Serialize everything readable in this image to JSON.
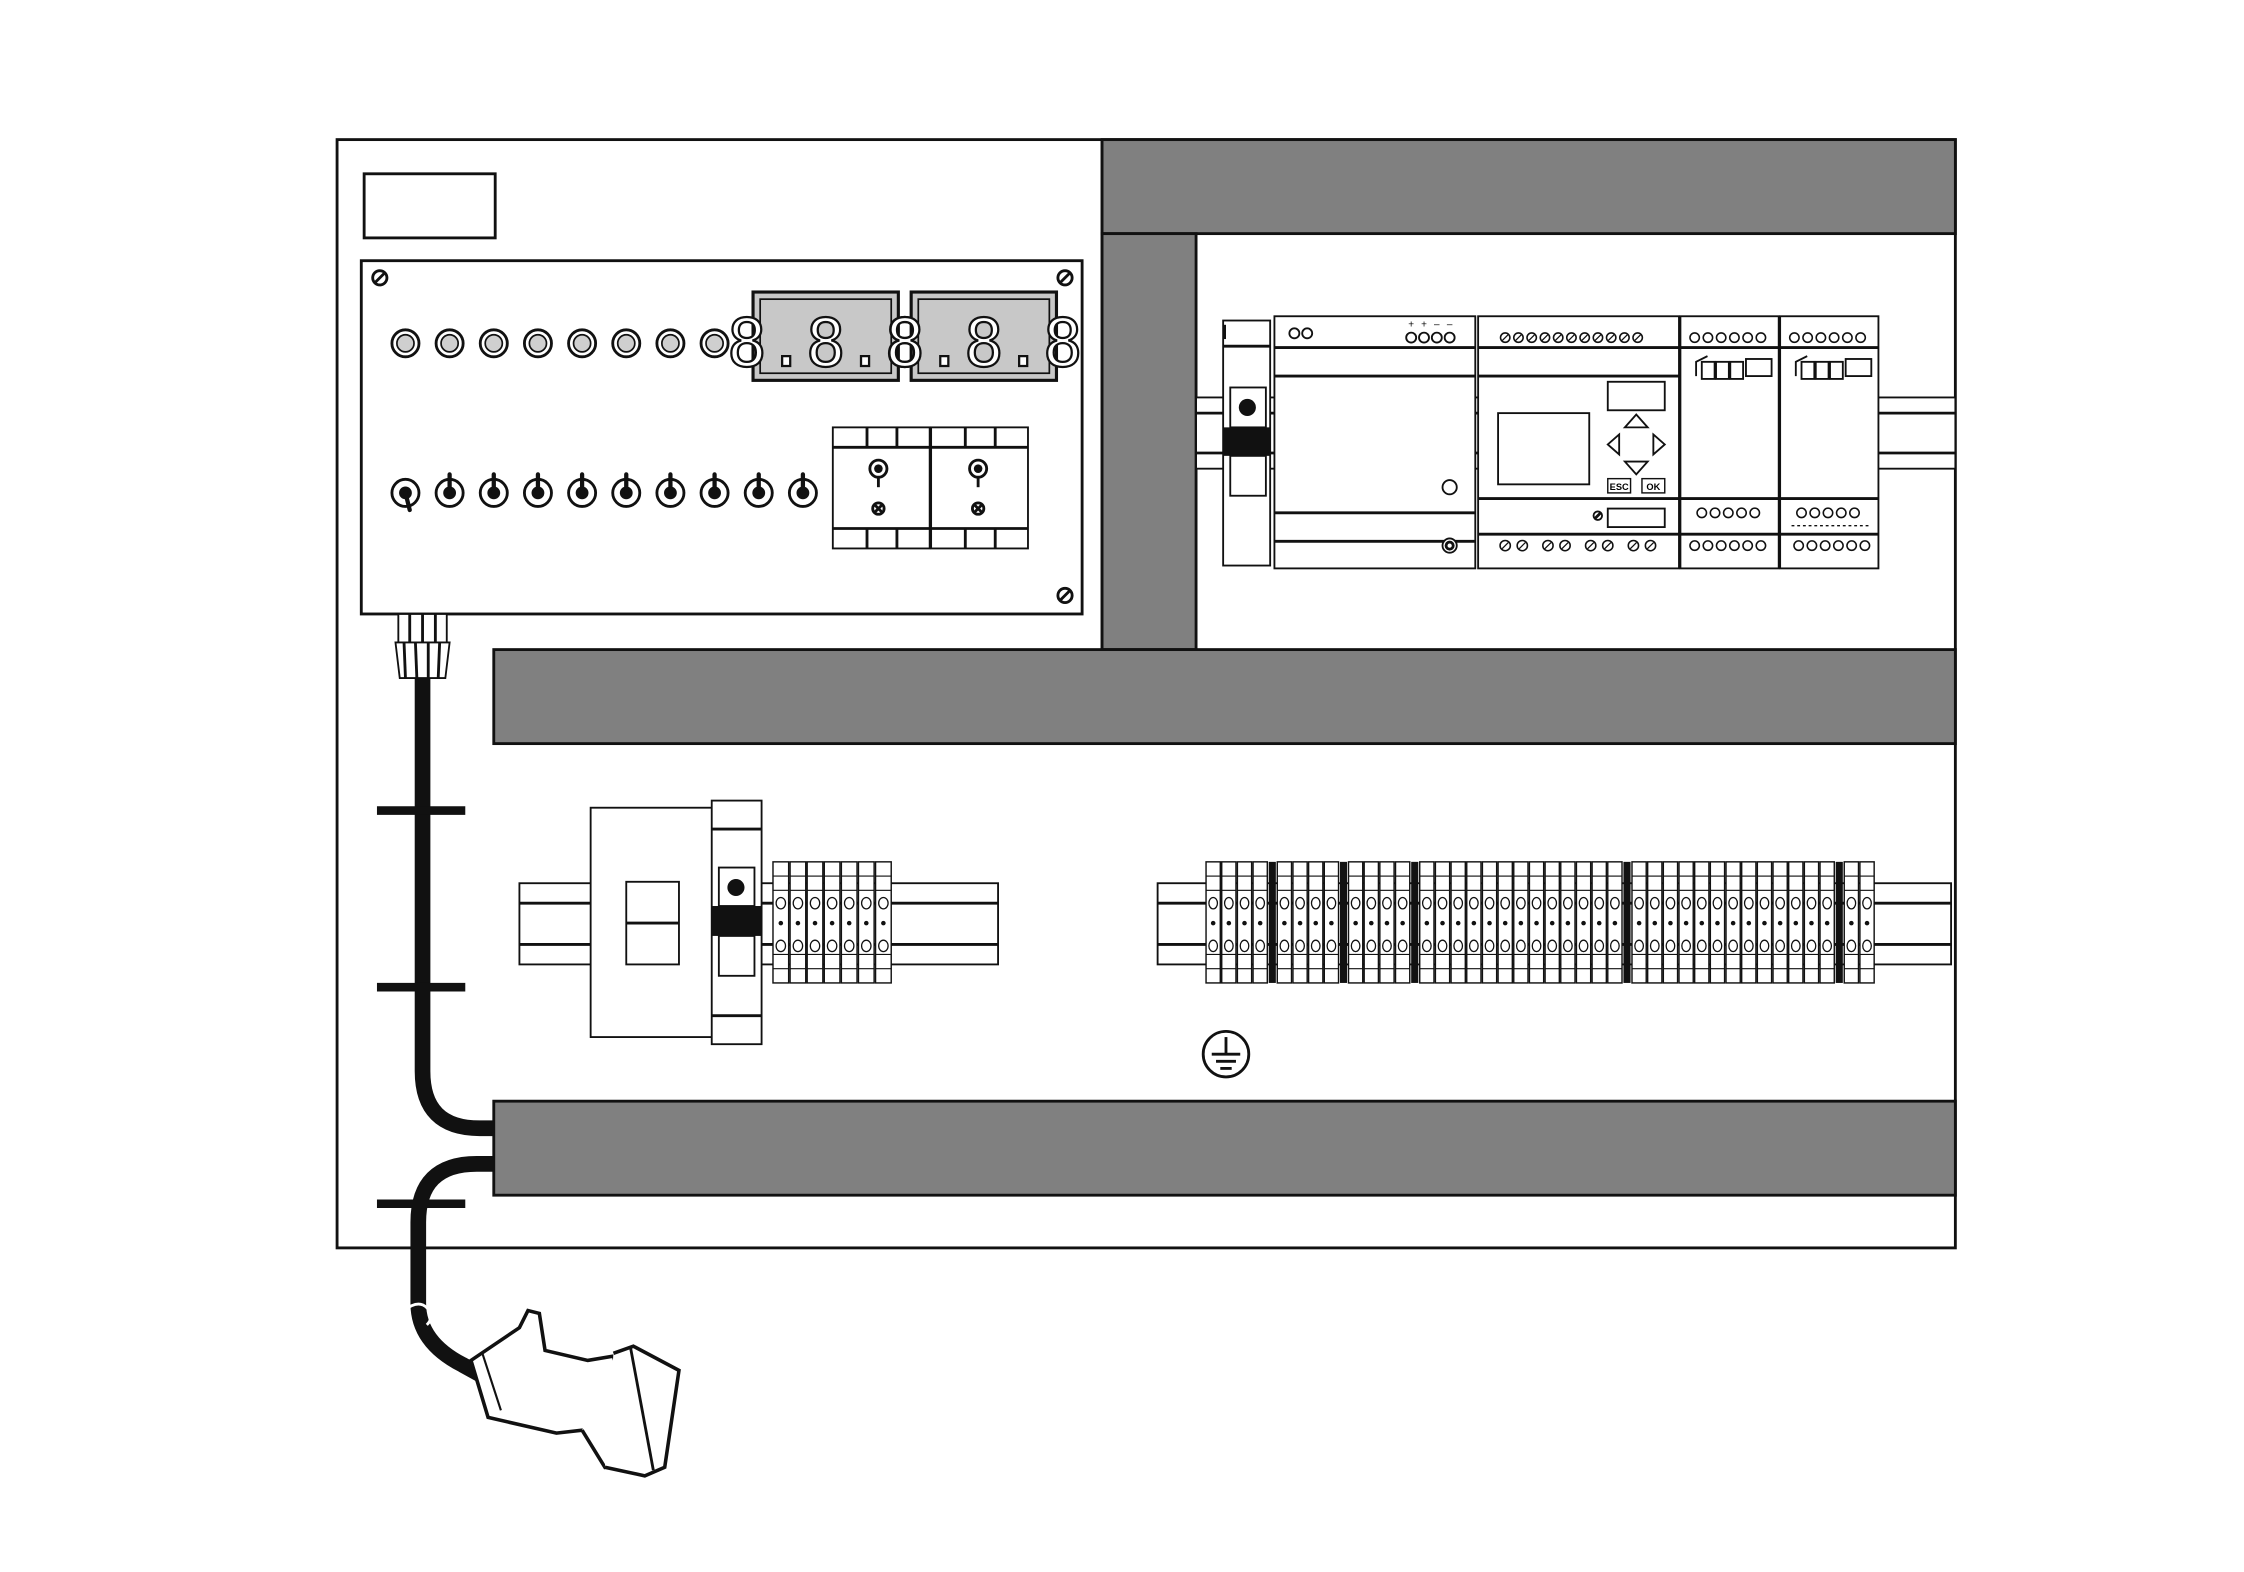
{
  "colors": {
    "line": "#111111",
    "duct": "#808080",
    "panel": "#ffffff",
    "lamp_fill": "#cfcfcf",
    "display_bg": "#c8c8c8"
  },
  "front_panel": {
    "indicator_lamp_count": 8,
    "toggle_switch_count": 10,
    "displays": [
      "8.8.8",
      "8.8.8"
    ],
    "selector_module_count": 2
  },
  "plc": {
    "supply_terminal_marks": [
      "+",
      "+",
      "–",
      "–"
    ],
    "buttons": {
      "esc": "ESC",
      "ok": "OK"
    }
  },
  "terminal_rail": {
    "small_block_count": 7,
    "large_block_count": 40
  },
  "symbols": [
    "ground-icon",
    "plug-icon",
    "cable-gland-icon"
  ]
}
